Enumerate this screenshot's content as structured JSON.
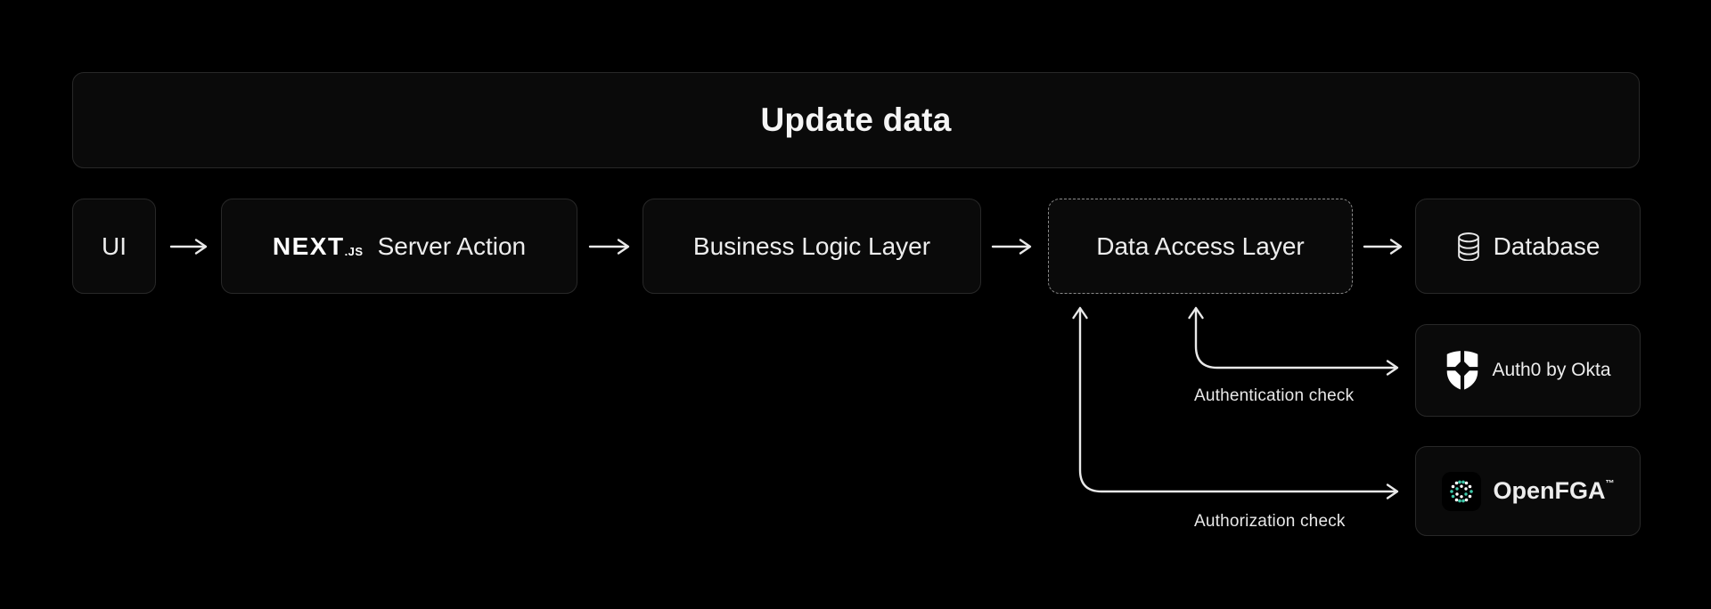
{
  "title": "Update data",
  "flow": {
    "ui": {
      "label": "UI"
    },
    "server_action": {
      "brand": "NEXT",
      "brand_suffix": ".JS",
      "label": "Server Action"
    },
    "business_logic": {
      "label": "Business Logic Layer"
    },
    "data_access": {
      "label": "Data Access Layer"
    },
    "database": {
      "label": "Database",
      "icon": "database-cylinder-icon"
    }
  },
  "services": {
    "auth0": {
      "label": "Auth0 by Okta",
      "icon": "auth0-shield-icon"
    },
    "openfga": {
      "label": "OpenFGA",
      "trademark": "™",
      "icon": "openfga-dot-grid-icon"
    }
  },
  "annotations": {
    "authentication": "Authentication check",
    "authorization": "Authorization check"
  },
  "colors": {
    "background": "#000000",
    "box_fill": "#0a0a0a",
    "box_border": "#282828",
    "dashed_border": "#8a8a8a",
    "text": "#ededed",
    "arrow": "#e9e9e9",
    "openfga_teal": "#3ec8a9"
  }
}
